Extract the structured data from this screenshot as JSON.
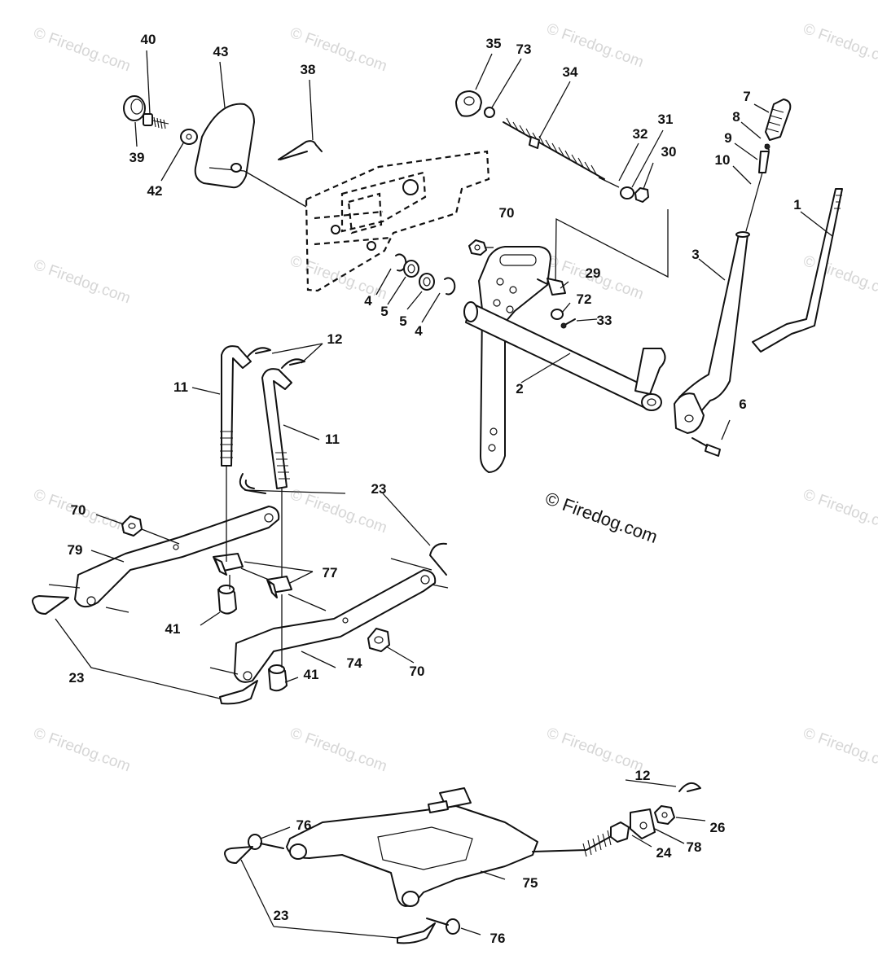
{
  "watermark": {
    "text": "© Firedog.com",
    "main_text": "© Firedog.com"
  },
  "callouts": {
    "c1": "1",
    "c2": "2",
    "c3": "3",
    "c4a": "4",
    "c4b": "4",
    "c5a": "5",
    "c5b": "5",
    "c6": "6",
    "c7": "7",
    "c8": "8",
    "c9": "9",
    "c10": "10",
    "c11a": "11",
    "c11b": "11",
    "c12a": "12",
    "c12b": "12",
    "c23a": "23",
    "c23b": "23",
    "c23c": "23",
    "c24": "24",
    "c26": "26",
    "c29": "29",
    "c30": "30",
    "c31": "31",
    "c32": "32",
    "c33": "33",
    "c34": "34",
    "c35": "35",
    "c38": "38",
    "c39": "39",
    "c40": "40",
    "c41a": "41",
    "c41b": "41",
    "c42": "42",
    "c43": "43",
    "c70a": "70",
    "c70b": "70",
    "c70c": "70",
    "c72": "72",
    "c73": "73",
    "c74": "74",
    "c75": "75",
    "c76a": "76",
    "c76b": "76",
    "c77": "77",
    "c78": "78",
    "c79": "79"
  }
}
